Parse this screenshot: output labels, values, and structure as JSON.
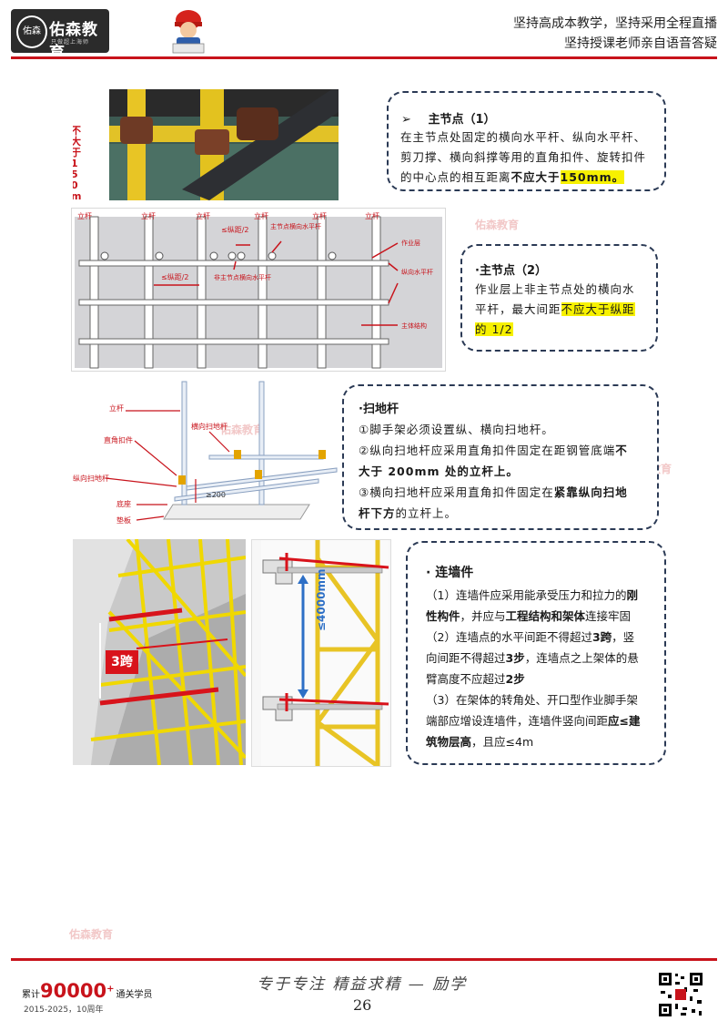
{
  "header": {
    "logo_mark": "佑森",
    "logo_name": "佑森教育",
    "logo_slogan": "只做超上海师",
    "slogan_line1": "坚持高成本教学，坚持采用全程直播",
    "slogan_line2": "坚持授课老师亲自语音答疑"
  },
  "watermark": "佑森教育",
  "photo1": {
    "side_label": "不大于150mm"
  },
  "diagram1": {
    "pole_labels": [
      "立杆",
      "立杆",
      "立杆",
      "立杆",
      "立杆",
      "立杆"
    ],
    "label_half_spacing": "≤纵距/2",
    "label_main_node": "主节点横向水平杆",
    "label_left_half": "≤纵距/2",
    "label_non_main": "非主节点横向水平杆",
    "label_work_layer": "作业层",
    "label_long_bar": "纵向水平杆",
    "label_structure": "主体结构"
  },
  "card1": {
    "arrow": "➢",
    "title": "主节点（1）",
    "line1": "在主节点处固定的横向水平杆、纵向水平杆、",
    "line2": "剪刀撑、横向斜撑等用的直角扣件、旋转扣件",
    "line3_pre": "的中心点的相互距离",
    "line3_bold": "不应大于",
    "line3_hl": "150mm。"
  },
  "card2": {
    "title": "·主节点（2）",
    "line1": "作业层上非主节点处的横向水",
    "line2_pre": "平杆，最大间距",
    "line2_hl": "不应大于纵距",
    "line3_hl": "的 1/2"
  },
  "diagram2": {
    "label_pole": "立杆",
    "label_horizontal": "横向扫地杆",
    "label_coupler": "直角扣件",
    "label_long_sweep": "纵向扫地杆",
    "label_200": "≥200",
    "label_base": "底座",
    "label_plate": "垫板"
  },
  "card3": {
    "title": "·扫地杆",
    "item1": "①脚手架必须设置纵、横向扫地杆。",
    "item2_pre": "②纵向扫地杆应采用直角扣件固定在距钢管底端",
    "item2_bold1": "不",
    "item2_bold2": "大于 200mm 处的立杆上。",
    "item3_pre": "③横向扫地杆应采用直角扣件固定在",
    "item3_bold1": "紧靠纵向扫地",
    "item3_bold2": "杆下方",
    "item3_post": "的立杆上。"
  },
  "photo3": {
    "label_span": "3跨"
  },
  "diagram3": {
    "label_4000": "≤4000mm"
  },
  "card4": {
    "title": "· 连墙件",
    "p1_pre": "（1）连墙件应采用能承受压力和拉力的",
    "p1_bold1": "刚",
    "p1_bold2": "性构件",
    "p1_mid": "，并应与",
    "p1_bold3": "工程结构和架体",
    "p1_post": "连接牢固",
    "p2_pre": "（2）连墙点的水平间距不得超过",
    "p2_bold1": "3跨",
    "p2_mid1": "，竖",
    "p2_line2_pre": "向间距不得超过",
    "p2_bold2": "3步",
    "p2_mid2": "，连墙点之上架体的悬",
    "p2_line3_pre": "臂高度不应超过",
    "p2_bold3": "2步",
    "p3_line1": "（3）在架体的转角处、开口型作业脚手架",
    "p3_line2_pre": "端部应增设连墙件，连墙件竖向间距",
    "p3_bold1": "应≤建",
    "p3_bold2": "筑物层高",
    "p3_post": "，且应≤4m"
  },
  "footer": {
    "count_prefix": "累计",
    "count": "90000",
    "count_plus": "+",
    "count_suffix": "通关学员",
    "years": "2015-2025，10周年",
    "motto": "专于专注  精益求精 — 励学",
    "page_number": "26"
  }
}
